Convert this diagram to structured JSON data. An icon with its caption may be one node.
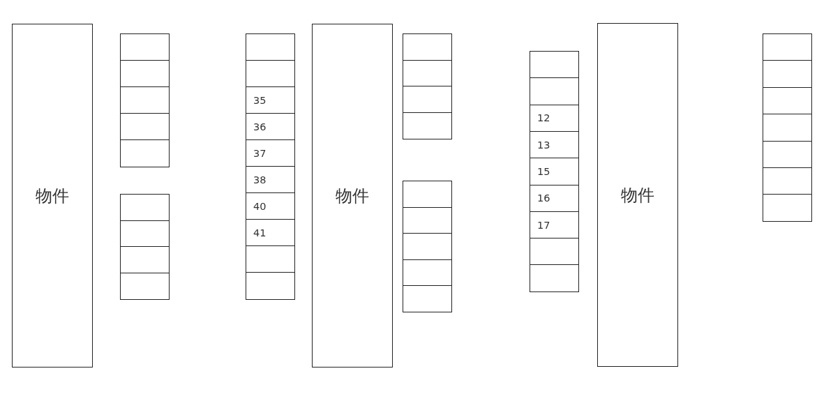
{
  "diagram": {
    "nodes": [
      {
        "text": [
          "物件"
        ]
      },
      {
        "text": [],
        "shape": "box"
      },
      {
        "text": [],
        "shape": "box"
      },
      {
        "text": [],
        "shape": "box"
      },
      {
        "text": [],
        "shape": "box"
      },
      {
        "text": [],
        "shape": "box"
      },
      {
        "text": [],
        "shape": "box"
      },
      {
        "text": [],
        "shape": "box"
      },
      {
        "text": [],
        "shape": "box"
      },
      {
        "text": [],
        "shape": "box"
      },
      {
        "text": [],
        "shape": "box"
      },
      {
        "text": [],
        "shape": "box"
      },
      {
        "text": [
          "35"
        ]
      },
      {
        "text": [
          "36"
        ]
      },
      {
        "text": [
          "37"
        ]
      },
      {
        "text": [
          "38"
        ]
      },
      {
        "text": [
          "40"
        ]
      },
      {
        "text": [
          "41"
        ]
      },
      {
        "text": [],
        "shape": "box"
      },
      {
        "text": [],
        "shape": "box"
      },
      {
        "text": [
          "物件"
        ]
      },
      {
        "text": [],
        "shape": "box"
      },
      {
        "text": [],
        "shape": "box"
      },
      {
        "text": [],
        "shape": "box"
      },
      {
        "text": [],
        "shape": "box"
      },
      {
        "text": [],
        "shape": "box"
      },
      {
        "text": [],
        "shape": "box"
      },
      {
        "text": [],
        "shape": "box"
      },
      {
        "text": [],
        "shape": "box"
      },
      {
        "text": [],
        "shape": "box"
      },
      {
        "text": [],
        "shape": "box"
      },
      {
        "text": [],
        "shape": "box"
      },
      {
        "text": [
          "12"
        ]
      },
      {
        "text": [
          "13"
        ]
      },
      {
        "text": [
          "15"
        ]
      },
      {
        "text": [
          "16"
        ]
      },
      {
        "text": [
          "17"
        ]
      },
      {
        "text": [],
        "shape": "box"
      },
      {
        "text": [],
        "shape": "box"
      },
      {
        "text": [
          "物件"
        ]
      },
      {
        "text": [],
        "shape": "box"
      },
      {
        "text": [],
        "shape": "box"
      },
      {
        "text": [],
        "shape": "box"
      },
      {
        "text": [],
        "shape": "box"
      },
      {
        "text": [],
        "shape": "box"
      },
      {
        "text": [],
        "shape": "box"
      },
      {
        "text": [],
        "shape": "box"
      }
    ]
  }
}
